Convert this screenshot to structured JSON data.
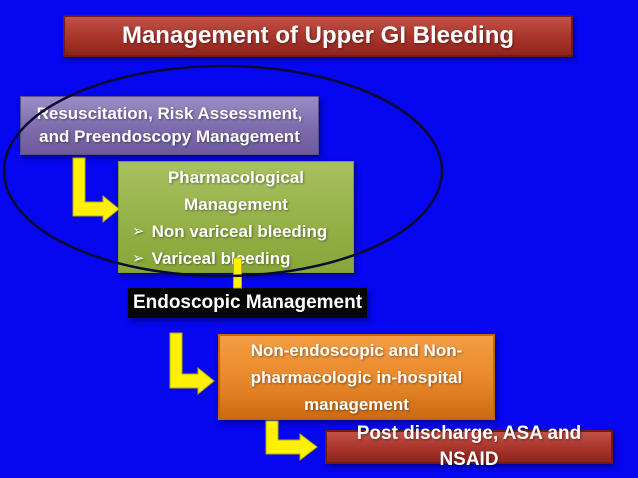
{
  "colors": {
    "background": "#0606F0",
    "title_red_top": "#C1524A",
    "title_red_bottom": "#8E231B",
    "title_border": "#701C16",
    "purple_top": "#9A8EC4",
    "purple_bottom": "#6C5A9C",
    "green_top": "#A9C162",
    "green_bottom": "#87A637",
    "black_box": "#060606",
    "orange_top": "#F39D43",
    "orange_bottom": "#CC6B12",
    "orange_border": "#C4660E",
    "arrow_yellow": "#FFF100",
    "ellipse_stroke": "#0A0A32",
    "text_white": "#FFFFFF"
  },
  "title": {
    "label": "Management of Upper GI Bleeding"
  },
  "boxes": {
    "resuscitation": {
      "line1": "Resuscitation, Risk Assessment,",
      "line2": "and Preendoscopy Management"
    },
    "pharmacological": {
      "line1": "Pharmacological",
      "line2": "Management",
      "bullet_glyph": "➢",
      "bullet1": "Non variceal bleeding",
      "bullet2": "Variceal bleeding"
    },
    "endoscopic": {
      "label": "Endoscopic Management"
    },
    "non_endoscopic": {
      "line1": "Non-endoscopic and Non-",
      "line2": "pharmacologic in-hospital",
      "line3": "management"
    },
    "post_discharge": {
      "label": "Post discharge, ASA and NSAID"
    }
  }
}
